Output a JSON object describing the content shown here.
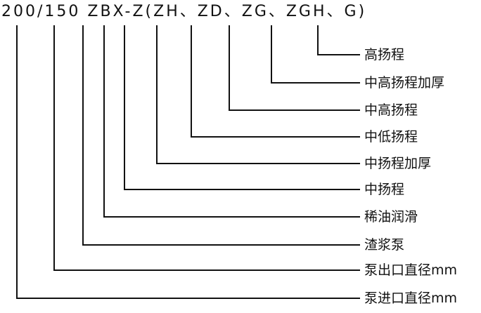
{
  "model_code": "200/150 ZBX-Z(ZH、ZD、ZG、ZGH、G)",
  "line_color": "#111111",
  "labels": [
    "高扬程",
    "中高扬程加厚",
    "中高扬程",
    "中低扬程",
    "中扬程加厚",
    "中扬程",
    "稀油润滑",
    "渣浆泵",
    "泵出口直径mm",
    "泵进口直径mm"
  ]
}
